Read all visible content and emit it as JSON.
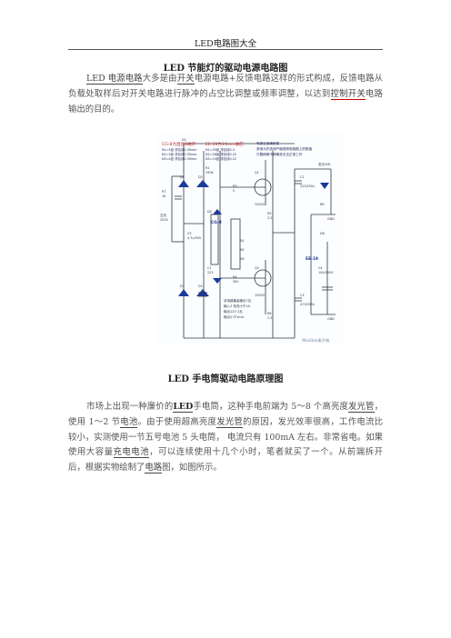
{
  "header": {
    "title": "LED电路图大全"
  },
  "section1": {
    "title": "LED 节能灯的驱动电源电路图",
    "para": {
      "seg1": "LED 电源电路",
      "seg2": "大多是由",
      "seg3": "开关",
      "seg4": "电源电路+反馈电路这样的形式构成，反馈电路从负载处取样后对开关电路进行脉冲的占空比调整或频率调整，以达到",
      "seg5": "控制开关",
      "seg6": "电路输出的目的。"
    }
  },
  "figure": {
    "note_cg": [
      "CG-8为直径8磁环",
      "N1=5匝 漆包线0.35mm",
      "N2=5匝 漆包线0.35mm",
      "N3=4匝 漆包线0.35mm"
    ],
    "note_ee": [
      "EE-19为19mm磁芯",
      "N1=39匝 漆包线0.3",
      "N2=36匝 漆包线0.22",
      "N3=10匝 漆包线0.22"
    ],
    "note_right": [
      "电源全部满负载",
      "其他元件选择严格按照电路图上的数值",
      "只要稍微不精确将无法正常工作"
    ],
    "labels": {
      "vin": "交流",
      "vin_v": "220V",
      "dc": "DC",
      "r1": "R1",
      "r1v": "330K",
      "r2": "R2",
      "r2v": "0.47",
      "r3": "R3",
      "r3v": "5",
      "r4": "R4",
      "r4v": "300",
      "r5": "R5",
      "r5v": "2.2",
      "r6": "R6",
      "r6v": "2.2",
      "r7": "R7",
      "r7v": "1K",
      "r8": "R8",
      "c1": "C1",
      "c1v": "223",
      "c2": "C2",
      "c2v": "223/250v",
      "c3": "C3",
      "c3v": "473/250v",
      "c4": "C4",
      "c4v": "104/250V",
      "c5": "C5",
      "c5v": "4.7u/50V",
      "d1": "D1",
      "d2": "D2",
      "d3": "D3",
      "d4": "D4",
      "d5": "D5",
      "d6": "D6",
      "d7": "D7",
      "d8": "D8",
      "dz": "DZ",
      "q1": "Q1",
      "q1v": "13003",
      "q2": "Q2",
      "q2v": "13003",
      "cg": "CG-8",
      "ee": "EE-19",
      "led": "发光LED",
      "gnd": "GND",
      "n1": "N1",
      "n2": "N2",
      "n3": "N3",
      "k1": "K1"
    },
    "bottom_note": [
      "该电路最高输出7瓦",
      "输入3 电流小于1A",
      "输出12V 2瓦",
      "输出小于1mA"
    ],
    "watermark": "WooQoo电子城"
  },
  "section2": {
    "title": "LED 手电筒驱动电路原理图",
    "para": {
      "seg1": "市场上出现一种廉价的",
      "seg2": "LED",
      "seg3": "手电筒，这种手电前端为 5～8 个高亮度",
      "seg4": "发光管",
      "seg5": "，使用 1～2 节",
      "seg6": "电池",
      "seg7": "。由于使用超高亮度",
      "seg8": "发光管",
      "seg9": "的原因，发光效率很高，工作电流比较小，实测使用一节五号电池 5 头电筒， 电流只有 100mA 左右。非常省电。如果使用大容量",
      "seg10": "充电电池",
      "seg11": "，可以连续使用十几个小时，笔者就买了一个。从前端拆开后，根据实物绘制了",
      "seg12": "电路",
      "seg13": "图，如图所示。"
    }
  }
}
